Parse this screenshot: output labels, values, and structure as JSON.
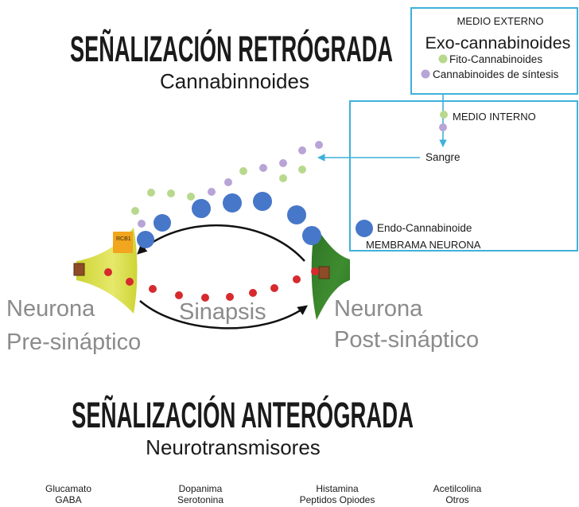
{
  "retrograde": {
    "title": "SEÑALIZACIÓN RETRÓGRADA",
    "subtitle": "Cannabinnoides"
  },
  "external_medium": {
    "heading": "MEDIO EXTERNO",
    "title": "Exo-cannabinoides",
    "legend": [
      {
        "label": "Fito-Cannabinoides"
      },
      {
        "label": "Cannabinoides de síntesis"
      }
    ]
  },
  "internal_medium": {
    "heading": "MEDIO INTERNO",
    "blood": "Sangre",
    "endo_legend": "Endo-Cannabinoide",
    "membrane": "MEMBRAMA NEURONA"
  },
  "synapse": {
    "receptor": "RCB1",
    "pre_neuron": {
      "line1": "Neurona",
      "line2": "Pre-sináptico"
    },
    "post_neuron": {
      "line1": "Neurona",
      "line2": "Post-sináptico"
    },
    "label": "Sinapsis"
  },
  "anterograde": {
    "title": "SEÑALIZACIÓN ANTERÓGRADA",
    "subtitle": "Neurotransmisores",
    "neurotransmitters": [
      {
        "line1": "Glucamato",
        "line2": "GABA"
      },
      {
        "line1": "Dopanima",
        "line2": "Serotonina"
      },
      {
        "line1": "Histamina",
        "line2": "Peptidos Opiodes"
      },
      {
        "line1": "Acetilcolina",
        "line2": "Otros"
      }
    ]
  },
  "colors": {
    "box_border": "#3eb1db",
    "fito_cannabinoid": "#b8d98d",
    "synthetic_cannabinoid": "#b8a4d6",
    "endocannabinoid": "#4677c9",
    "neurotransmitter": "#d62a2e",
    "pre_synaptic_neuron": "#cdd535",
    "post_synaptic_neuron": "#3e8c2f",
    "receptor": "#f2a51e",
    "label_gray": "#8b8b8b"
  }
}
